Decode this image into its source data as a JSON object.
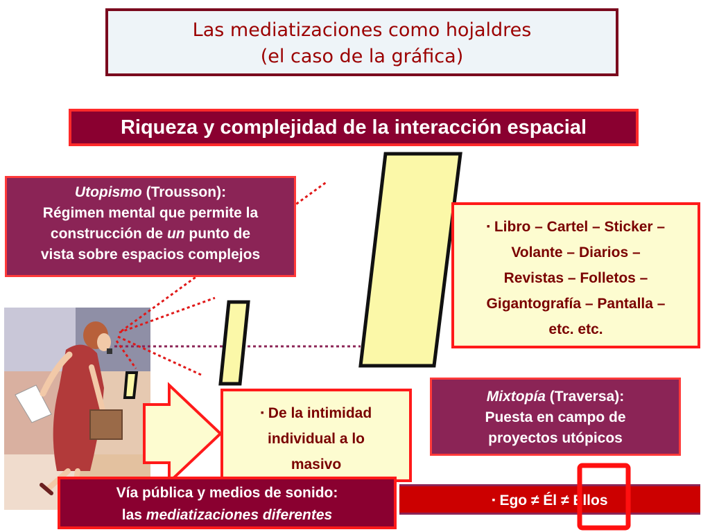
{
  "title": {
    "line1": "Las mediatizaciones como hojaldres",
    "line2": "(el caso de la gráfica)"
  },
  "subtitle": "Riqueza y complejidad de la interacción espacial",
  "utopismo": {
    "term": "Utopismo",
    "author": " (Trousson):",
    "line2": "Régimen mental que permite la",
    "line3_pre": "construcción de ",
    "line3_em": "un",
    "line3_post": " punto de",
    "line4": "vista sobre espacios complejos"
  },
  "media_list": {
    "bullet": "▪",
    "line1": "Libro – Cartel – Sticker –",
    "line2": "Volante – Diarios –",
    "line3": "Revistas – Folletos –",
    "line4": "Gigantografía – Pantalla –",
    "line5": "etc. etc."
  },
  "intimidad": {
    "bullet": "▪",
    "line1": "De la intimidad",
    "line2": "individual a lo",
    "line3": "masivo"
  },
  "mixtopia": {
    "term": "Mixtopía",
    "author": " (Traversa):",
    "line2": "Puesta en campo de",
    "line3": "proyectos utópicos"
  },
  "via_publica": {
    "line1": "Vía pública y medios de sonido:",
    "line2_pre": "las ",
    "line2_em": "mediatizaciones diferentes"
  },
  "ego_line": {
    "bullet": "▪",
    "text": "Ego ≠ Él  ≠ Ellos"
  },
  "colors": {
    "accent_red": "#ff1a1a",
    "plum": "#8b2456",
    "dark_crimson": "#8a0030",
    "cream": "#fdfcd0",
    "panel_yellow": "#fbf8a8"
  }
}
